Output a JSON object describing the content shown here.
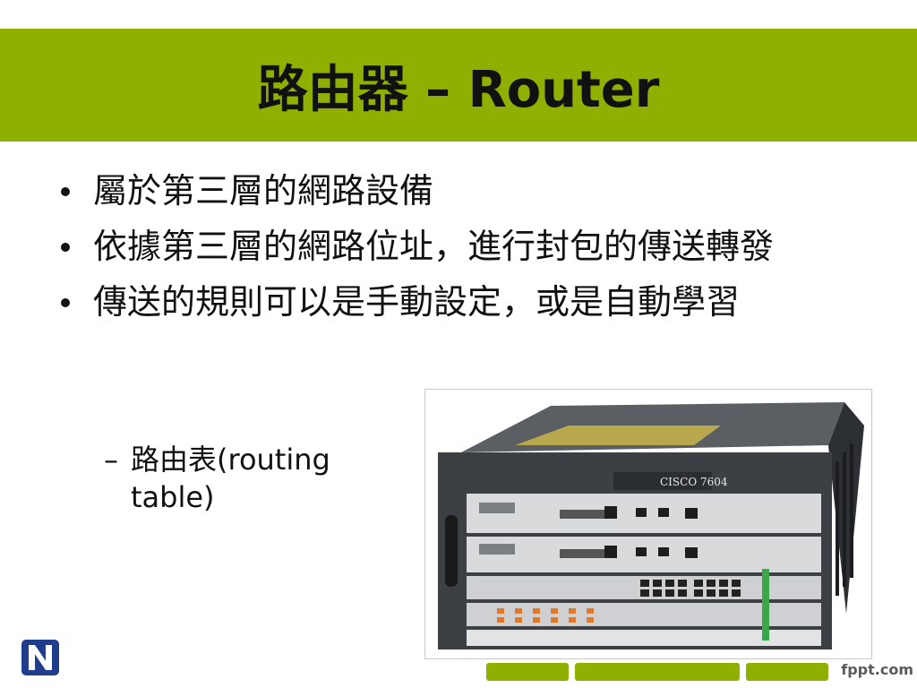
{
  "slide": {
    "title": "路由器 – Router",
    "bullets": [
      "屬於第三層的網路設備",
      "依據第三層的網路位址，進行封包的傳送轉發",
      "傳送的規則可以是手動設定，或是自動學習"
    ],
    "sub_bullet": {
      "dash": "–",
      "text": "路由表(routing table)"
    }
  },
  "photo": {
    "brand_label": "CISCO 7604"
  },
  "footer": {
    "brand": "fppt.com"
  },
  "colors": {
    "accent": "#8fb000",
    "text": "#111111",
    "logo_blue": "#1f3d8c"
  }
}
